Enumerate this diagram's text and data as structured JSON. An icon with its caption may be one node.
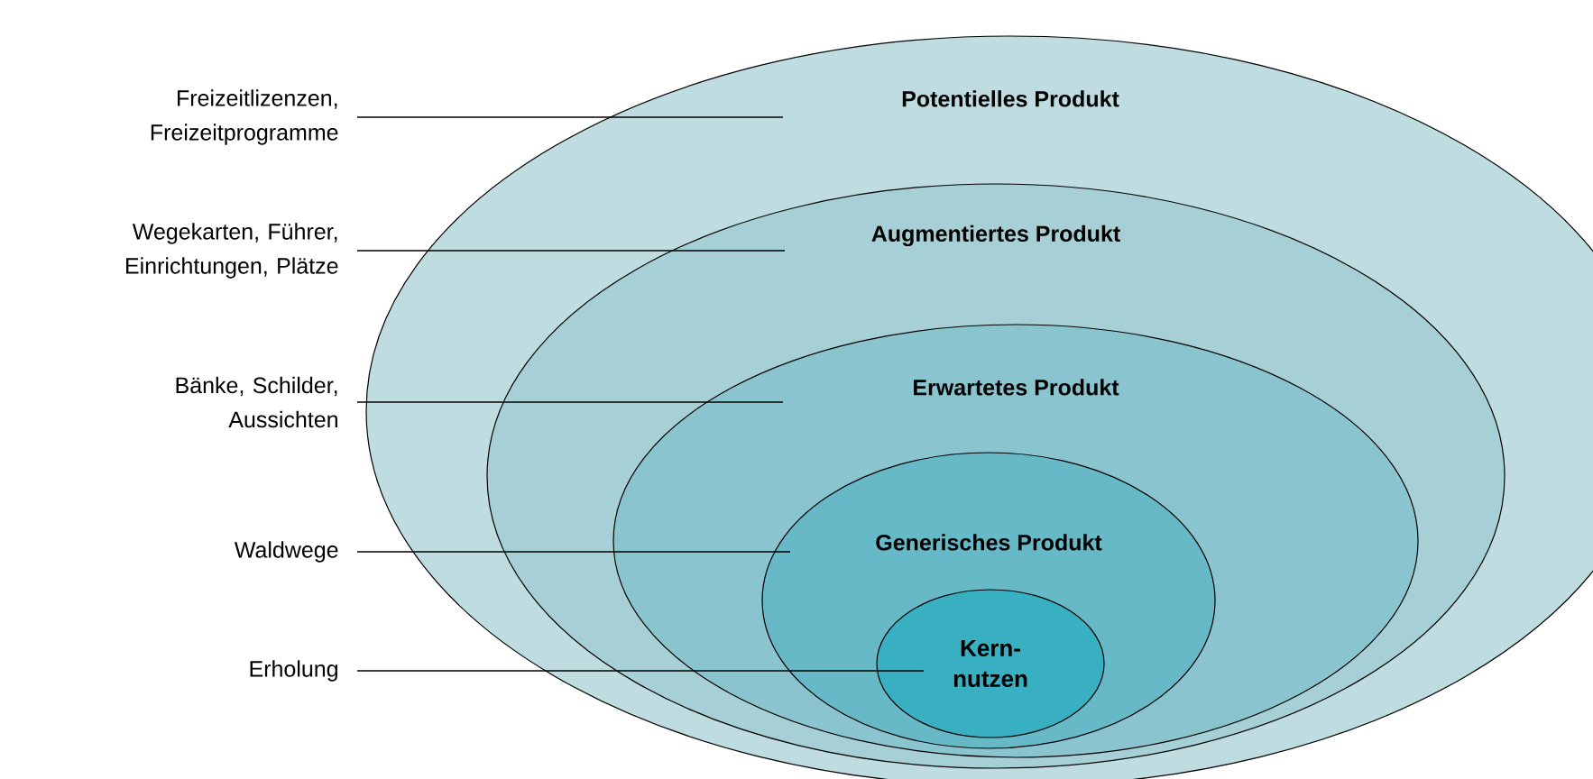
{
  "diagram": {
    "nodes": [
      {
        "text": [
          "Potentielles Produkt"
        ]
      },
      {
        "text": [
          "Augmentiertes Produkt"
        ],
        "in": 0
      },
      {
        "text": [
          "Erwartetes Produkt"
        ],
        "in": 1
      },
      {
        "text": [
          "Generisches Produkt"
        ],
        "in": 2
      },
      {
        "text": [
          "Kern- nutzen"
        ],
        "in": 3
      },
      {
        "text": [
          "Freizeitlizenzen, Freizeitprogramme"
        ]
      },
      {
        "text": [
          "Wegekarten, Führer, Einrichtungen, Plätze"
        ]
      },
      {
        "text": [
          "Bänke, Schilder, Aussichten"
        ]
      },
      {
        "text": [
          "Waldwege"
        ]
      },
      {
        "text": [
          "Erholung"
        ]
      }
    ],
    "edges": [
      {
        "from": 5,
        "to": 0,
        "arrow": "none"
      },
      {
        "from": 6,
        "to": 1,
        "arrow": "none"
      },
      {
        "from": 7,
        "to": 2,
        "arrow": "none"
      },
      {
        "from": 8,
        "to": 3,
        "arrow": "none"
      },
      {
        "from": 9,
        "to": 4,
        "arrow": "none"
      }
    ]
  }
}
